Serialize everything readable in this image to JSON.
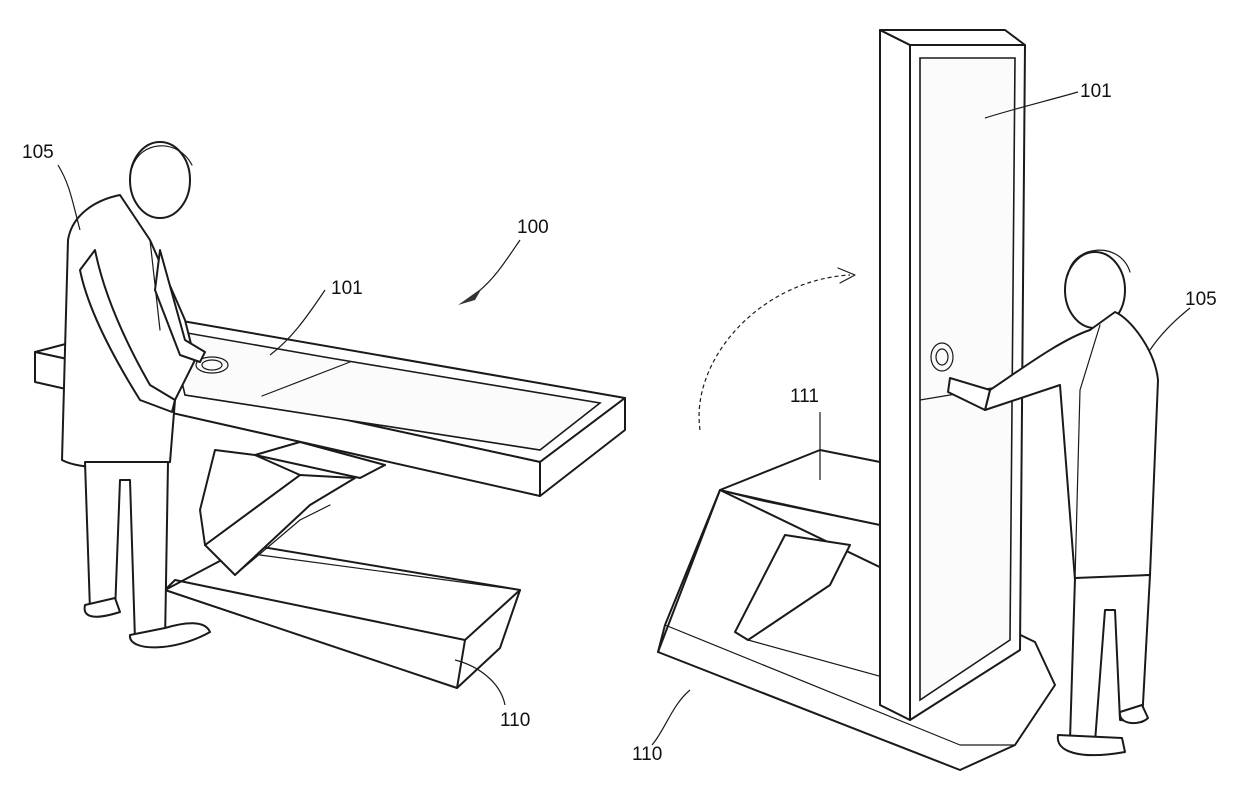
{
  "labels": {
    "system_ref": "100",
    "display_left": "101",
    "display_right": "101",
    "user_left": "105",
    "user_right": "105",
    "pedestal_top": "111",
    "base_left": "110",
    "base_right": "110"
  },
  "icons": [
    "person-icon",
    "touch-ripple-icon",
    "rotation-arrow-icon"
  ]
}
